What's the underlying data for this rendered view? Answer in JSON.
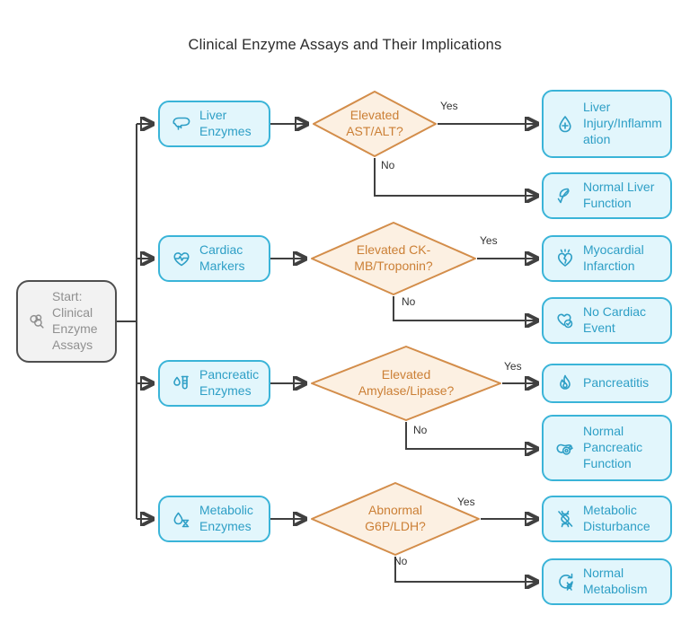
{
  "title": "Clinical Enzyme Assays and Their Implications",
  "labels": {
    "yes": "Yes",
    "no": "No"
  },
  "start": {
    "label": "Start: Clinical Enzyme Assays",
    "icon": "search-molecules-icon"
  },
  "branches": [
    {
      "category": {
        "label": "Liver Enzymes",
        "icon": "liver-icon"
      },
      "decision": "Elevated AST/ALT?",
      "yes_result": {
        "label": "Liver Injury/Inflammation",
        "icon": "droplet-cross-icon"
      },
      "no_result": {
        "label": "Normal Liver Function",
        "icon": "leaf-check-icon"
      }
    },
    {
      "category": {
        "label": "Cardiac Markers",
        "icon": "heart-pulse-icon"
      },
      "decision": "Elevated CK-MB/Troponin?",
      "yes_result": {
        "label": "Myocardial Infarction",
        "icon": "heart-cracked-icon"
      },
      "no_result": {
        "label": "No Cardiac Event",
        "icon": "heart-check-icon"
      }
    },
    {
      "category": {
        "label": "Pancreatic Enzymes",
        "icon": "droplet-testtube-icon"
      },
      "decision": "Elevated Amylase/Lipase?",
      "yes_result": {
        "label": "Pancreatitis",
        "icon": "flame-icon"
      },
      "no_result": {
        "label": "Normal Pancreatic Function",
        "icon": "pancreas-icon"
      }
    },
    {
      "category": {
        "label": "Metabolic Enzymes",
        "icon": "droplet-hourglass-icon"
      },
      "decision": "Abnormal G6P/LDH?",
      "yes_result": {
        "label": "Metabolic Disturbance",
        "icon": "dna-slash-icon"
      },
      "no_result": {
        "label": "Normal Metabolism",
        "icon": "refresh-dna-icon"
      }
    }
  ],
  "colors": {
    "node_border": "#3ab4d8",
    "node_fill": "#e2f6fc",
    "node_text": "#2e9fc6",
    "decision_border": "#d38d4a",
    "decision_fill": "#fcf0e2",
    "decision_text": "#cb7f35",
    "start_border": "#4f4f4f",
    "start_fill": "#f2f2f2",
    "start_text": "#909090",
    "edge": "#404040",
    "edge_label_text": "#333333"
  }
}
